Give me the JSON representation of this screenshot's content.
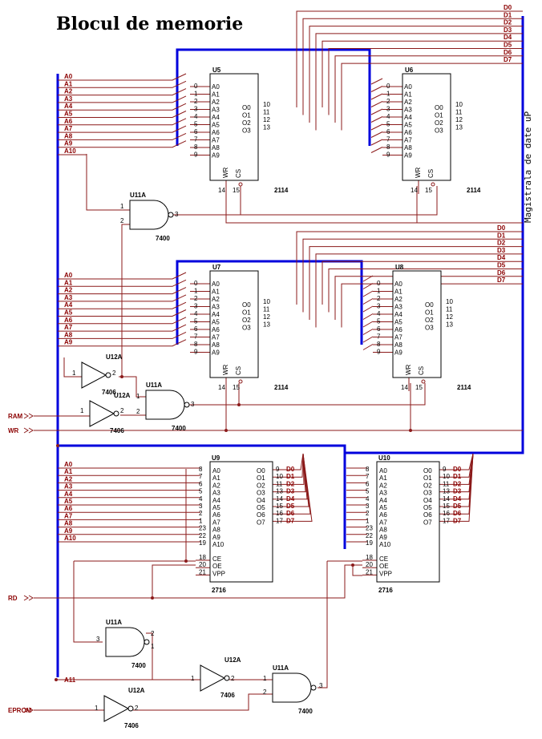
{
  "title": "Blocul de memorie",
  "bus_label": "Magistrala de date uP",
  "colors": {
    "wire": "#8b1a1a",
    "bus": "#0000dd",
    "outline": "#000000",
    "signal_text": "#8b0000"
  },
  "address_lines": [
    "A0",
    "A1",
    "A2",
    "A3",
    "A4",
    "A5",
    "A6",
    "A7",
    "A8",
    "A9"
  ],
  "address_extra": {
    "a10": "A10",
    "a11": "A11"
  },
  "data_lines": [
    "D0",
    "D1",
    "D2",
    "D3",
    "D4",
    "D5",
    "D6",
    "D7"
  ],
  "chip_pin_numbers_2114_addr": [
    "0",
    "1",
    "2",
    "3",
    "4",
    "5",
    "6",
    "7",
    "8",
    "9"
  ],
  "chip_pin_names_2114_addr": [
    "A0",
    "A1",
    "A2",
    "A3",
    "A4",
    "A5",
    "A6",
    "A7",
    "A8",
    "A9"
  ],
  "chip_pin_names_2114_data": [
    "O0",
    "O1",
    "O2",
    "O3"
  ],
  "chip_pin_numbers_2114_data": [
    "10",
    "11",
    "12",
    "13"
  ],
  "chip_pin_names_2114_ctrl": [
    "WR",
    "CS"
  ],
  "chip_pin_numbers_2114_ctrl": [
    "14",
    "15"
  ],
  "chip_pin_names_2716_addr": [
    "A0",
    "A1",
    "A2",
    "A3",
    "A4",
    "A5",
    "A6",
    "A7",
    "A8",
    "A9",
    "A10"
  ],
  "chip_pin_numbers_2716_addr": [
    "8",
    "7",
    "6",
    "5",
    "4",
    "3",
    "2",
    "1",
    "23",
    "22",
    "19"
  ],
  "chip_pin_names_2716_data": [
    "O0",
    "O1",
    "O2",
    "O3",
    "O4",
    "O5",
    "O6",
    "O7"
  ],
  "chip_pin_numbers_2716_data": [
    "9",
    "10",
    "11",
    "13",
    "14",
    "15",
    "16",
    "17"
  ],
  "chip_pin_names_2716_ctrl": [
    "CE",
    "OE",
    "VPP"
  ],
  "chip_pin_numbers_2716_ctrl": [
    "18",
    "20",
    "21"
  ],
  "chips": [
    {
      "ref": "U5",
      "part": "2114"
    },
    {
      "ref": "U6",
      "part": "2114"
    },
    {
      "ref": "U7",
      "part": "2114"
    },
    {
      "ref": "U8",
      "part": "2114"
    },
    {
      "ref": "U9",
      "part": "2716"
    },
    {
      "ref": "U10",
      "part": "2716"
    }
  ],
  "gates": {
    "nand_ref": "U11A",
    "nand_part": "7400",
    "inv_ref": "U12A",
    "inv_part": "7406"
  },
  "signals": {
    "ram": "RAM",
    "wr": "WR",
    "rd": "RD",
    "eprom": "EPROM"
  },
  "gate_pins": {
    "p1": "1",
    "p2": "2",
    "p3": "3"
  }
}
